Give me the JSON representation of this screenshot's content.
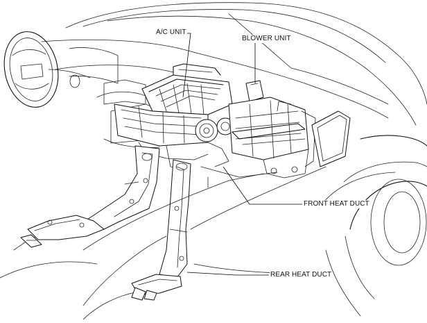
{
  "labels": {
    "ac_unit": "A/C UNIT",
    "blower_unit": "BLOWER UNIT",
    "front_heat_duct": "FRONT HEAT DUCT",
    "rear_heat_duct": "REAR HEAT DUCT"
  }
}
